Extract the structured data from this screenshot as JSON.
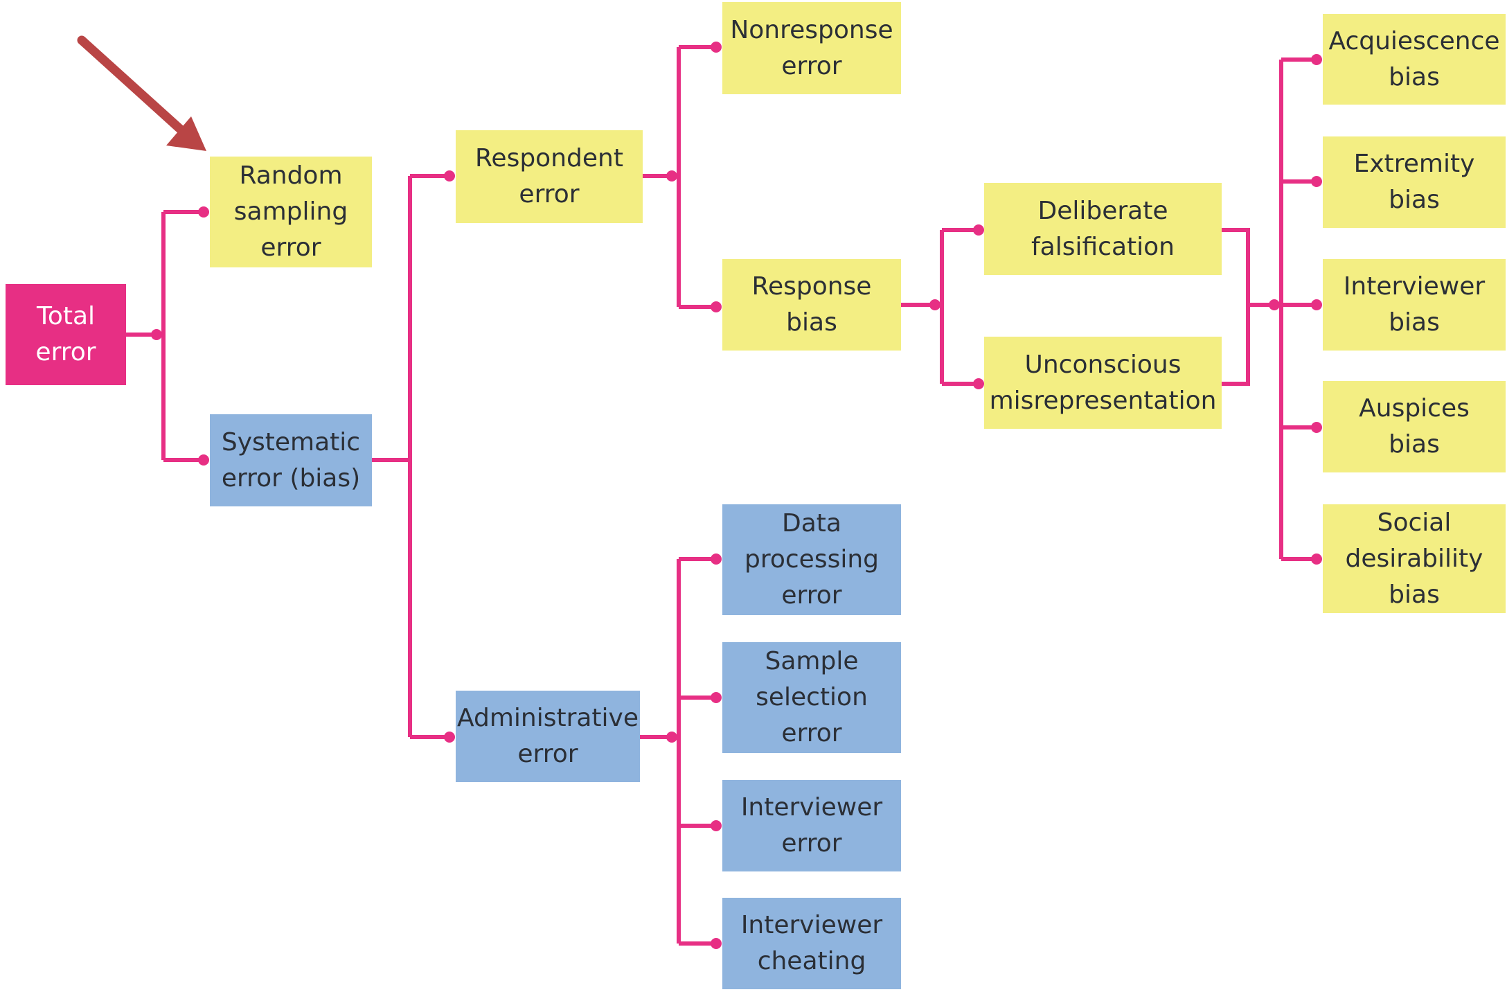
{
  "colors": {
    "connector": "#e72f84",
    "root_fill": "#e72f84",
    "yellow_fill": "#f3ee83",
    "blue_fill": "#8fb4de",
    "arrow": "#b94545"
  },
  "nodes": {
    "total_error": "Total\nerror",
    "random_sampling_error": "Random\nsampling\nerror",
    "systematic_error": "Systematic\nerror (bias)",
    "respondent_error": "Respondent\nerror",
    "administrative_error": "Administrative\nerror",
    "nonresponse_error": "Nonresponse\nerror",
    "response_bias": "Response\nbias",
    "data_processing_error": "Data\nprocessing\nerror",
    "sample_selection_error": "Sample\nselection\nerror",
    "interviewer_error": "Interviewer\nerror",
    "interviewer_cheating": "Interviewer\ncheating",
    "deliberate_falsification": "Deliberate\nfalsification",
    "unconscious_misrepresentation": "Unconscious\nmisrepresentation",
    "acquiescence_bias": "Acquiescence\nbias",
    "extremity_bias": "Extremity\nbias",
    "interviewer_bias": "Interviewer\nbias",
    "auspices_bias": "Auspices\nbias",
    "social_desirability_bias": "Social\ndesirability\nbias"
  },
  "arrow_icon": "arrow-pointer-icon"
}
